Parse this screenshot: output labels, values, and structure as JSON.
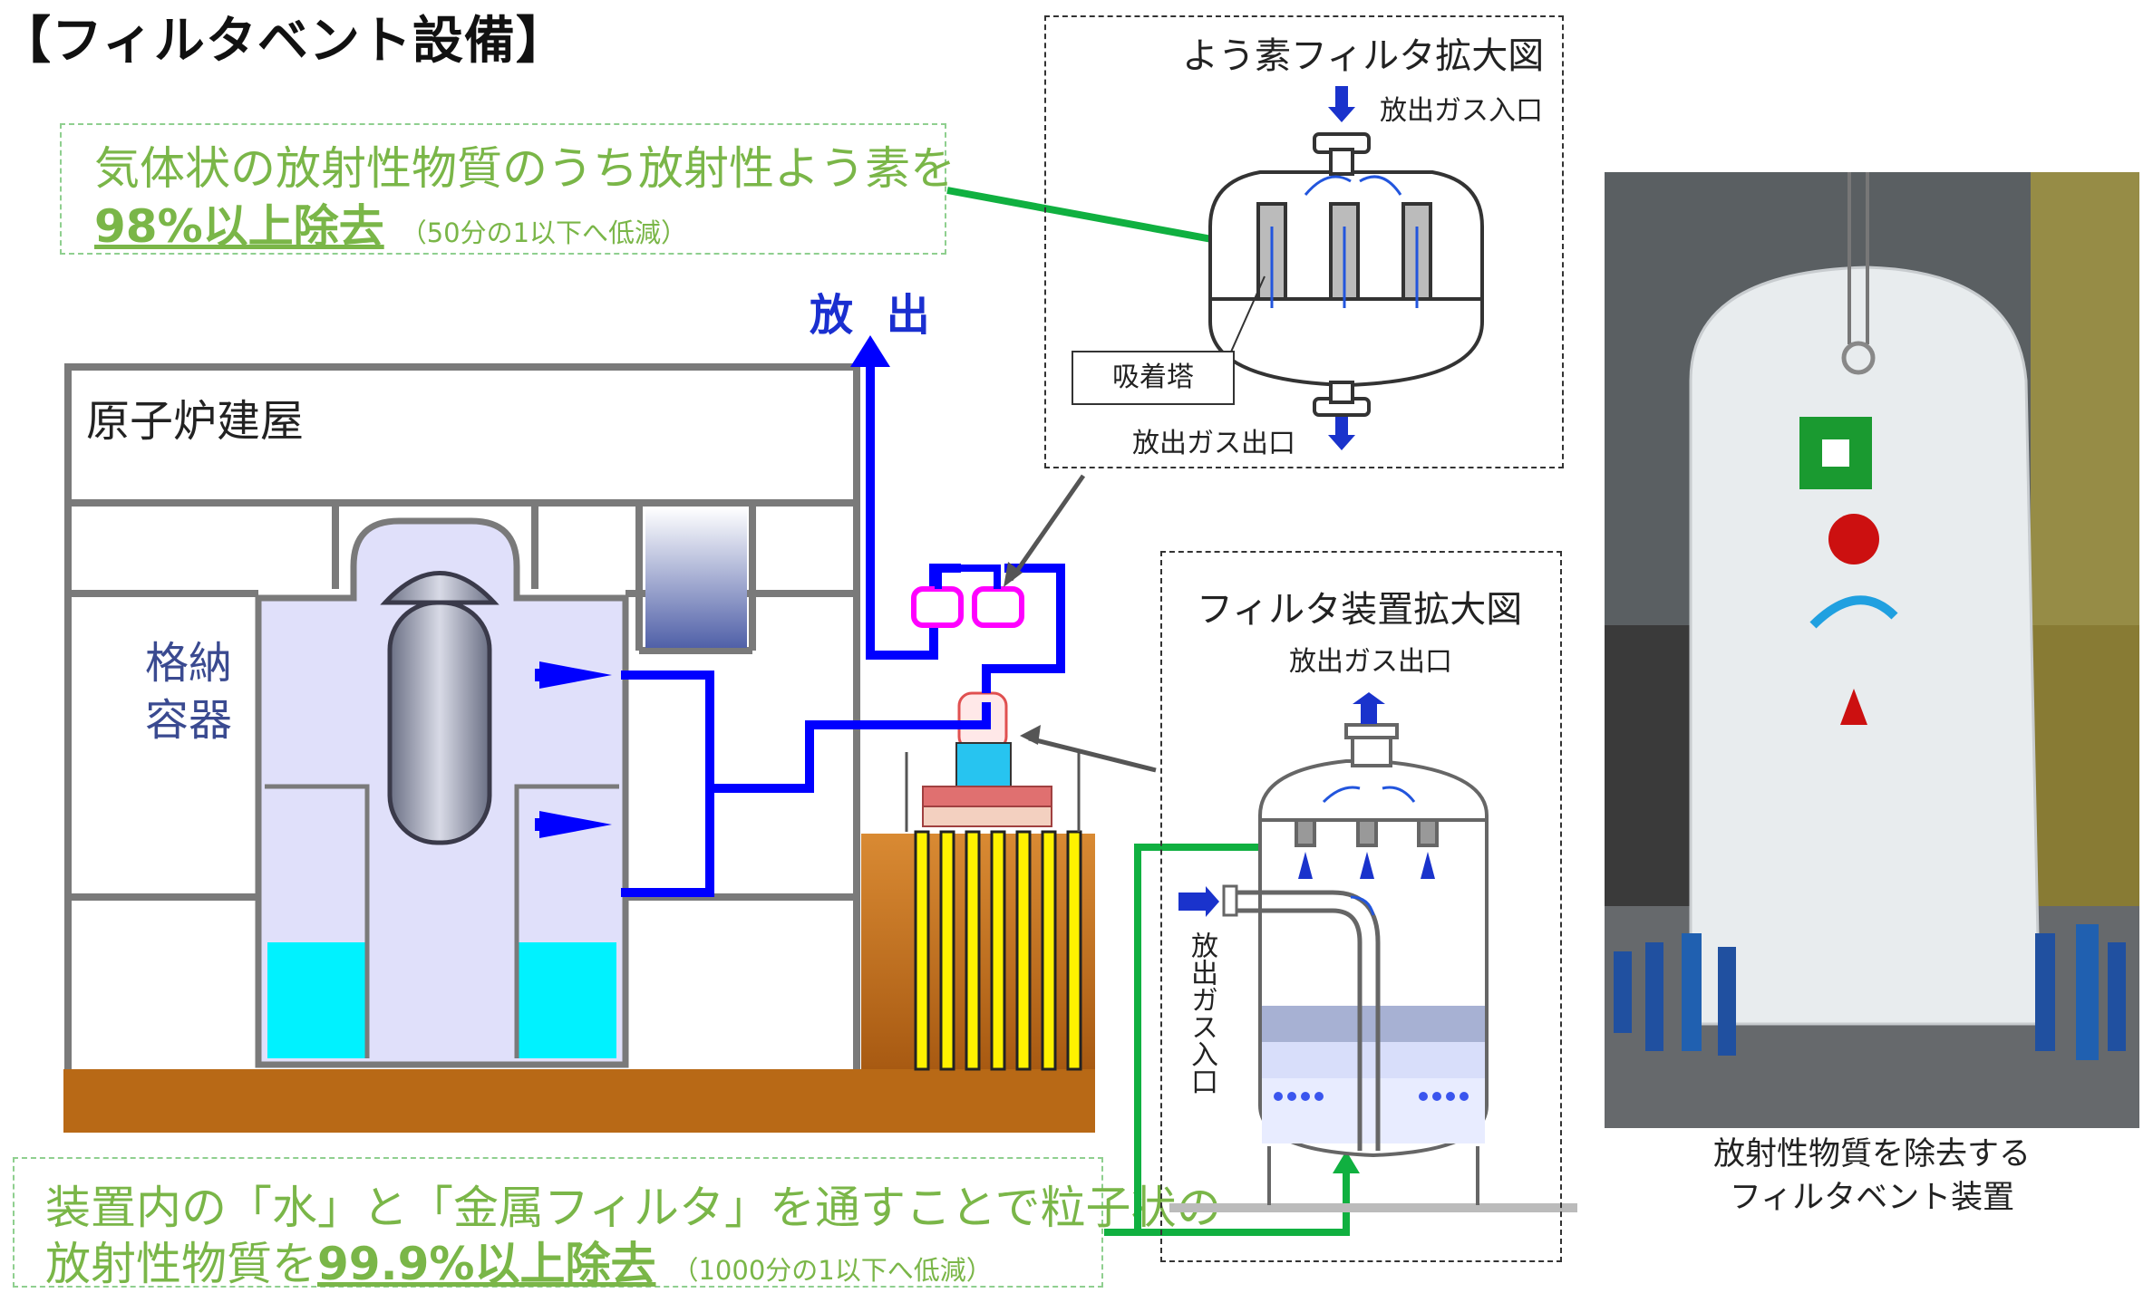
{
  "title": "【フィルタベント設備】",
  "callouts": {
    "iodine": {
      "line1": "気体状の放射性物質のうち放射性よう素を",
      "highlight": "98%以上除去",
      "note": "（50分の1以下へ低減）"
    },
    "particle": {
      "line1": "装置内の「水」と「金属フィルタ」を通すことで粒子状の",
      "line2_prefix": "放射性物質を",
      "highlight": "99.9%以上除去",
      "note": "（1000分の1以下へ低減）"
    }
  },
  "diagram": {
    "release_label": "放 出",
    "building_label": "原子炉建屋",
    "containment_label_line1": "格納",
    "containment_label_line2": "容器"
  },
  "iodine_filter_detail": {
    "title": "よう素フィルタ拡大図",
    "gas_inlet": "放出ガス入口",
    "gas_outlet": "放出ガス出口",
    "adsorber": "吸着塔"
  },
  "filter_device_detail": {
    "title": "フィルタ装置拡大図",
    "gas_outlet": "放出ガス出口",
    "gas_inlet_vertical": "放出ガス入口"
  },
  "photo": {
    "caption_line1": "放射性物質を除去する",
    "caption_line2": "フィルタベント装置"
  },
  "colors": {
    "callout_green": "#7ab648",
    "pipe_blue": "#0000ff",
    "arrow_green": "#10b040",
    "water_cyan": "#00ffff",
    "soil_brown": "#b5651d"
  }
}
